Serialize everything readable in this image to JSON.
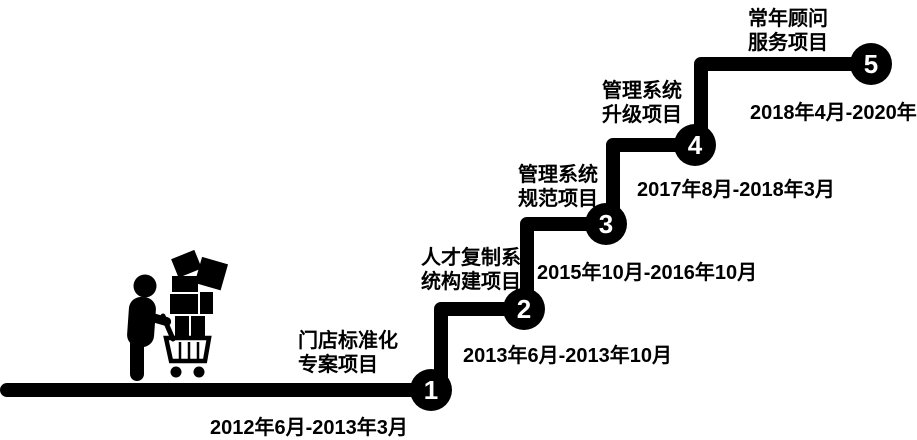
{
  "diagram": {
    "type": "staircase-timeline",
    "colors": {
      "ink": "#000000",
      "background": "#ffffff",
      "step_number_text": "#ffffff"
    },
    "icon": "person-pushing-shopping-cart-stacked-with-boxes"
  },
  "steps": [
    {
      "number": "1",
      "label": "门店标准化\n专案项目",
      "date": "2012年6月-2013年3月"
    },
    {
      "number": "2",
      "label": "人才复制系\n统构建项目",
      "date": "2013年6月-2013年10月"
    },
    {
      "number": "3",
      "label": "管理系统\n规范项目",
      "date": "2015年10月-2016年10月"
    },
    {
      "number": "4",
      "label": "管理系统\n升级项目",
      "date": "2017年8月-2018年3月"
    },
    {
      "number": "5",
      "label": "常年顾问\n服务项目",
      "date": "2018年4月-2020年"
    }
  ]
}
